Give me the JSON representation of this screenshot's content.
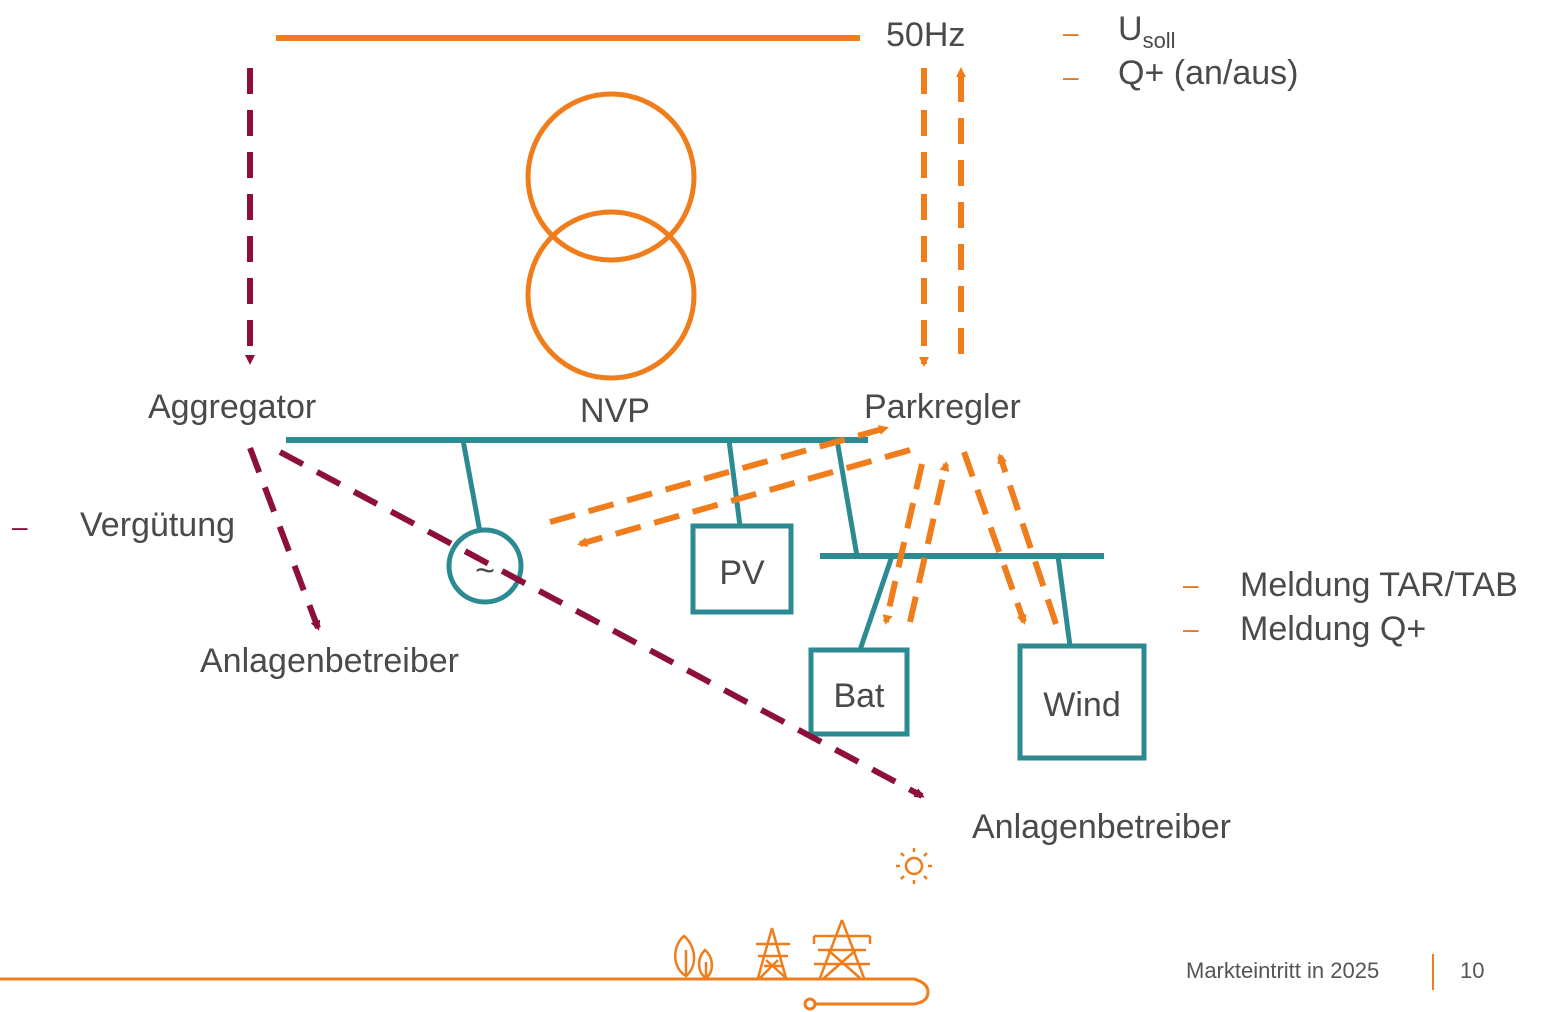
{
  "colors": {
    "grid_orange": "#f07d1b",
    "bus_teal": "#2b8a92",
    "signal_wine": "#8c0f3c",
    "text_gray": "#4a4a4a"
  },
  "labels": {
    "frequency": "50Hz",
    "nvp": "NVP",
    "aggregator": "Aggregator",
    "parkregler": "Parkregler",
    "anlagenbetreiber_left": "Anlagenbetreiber",
    "anlagenbetreiber_right": "Anlagenbetreiber",
    "generator_symbol": "~",
    "pv": "PV",
    "bat": "Bat",
    "wind": "Wind"
  },
  "lists": {
    "grid_operator": {
      "bullet": "–",
      "items": [
        {
          "main": "U",
          "sub": "soll"
        },
        {
          "main": "Q+ (an/aus)",
          "sub": ""
        }
      ]
    },
    "aggregator": {
      "bullet": "–",
      "items": [
        "Vergütung"
      ]
    },
    "plants": {
      "bullet": "–",
      "items": [
        "Meldung TAR/TAB",
        "Meldung Q+"
      ]
    }
  },
  "footer": {
    "title": "Markteintritt in 2025",
    "page": "10"
  },
  "icons": [
    "transformer-icon",
    "generator-icon",
    "tree-icon",
    "pylon-icon",
    "sun-icon"
  ]
}
